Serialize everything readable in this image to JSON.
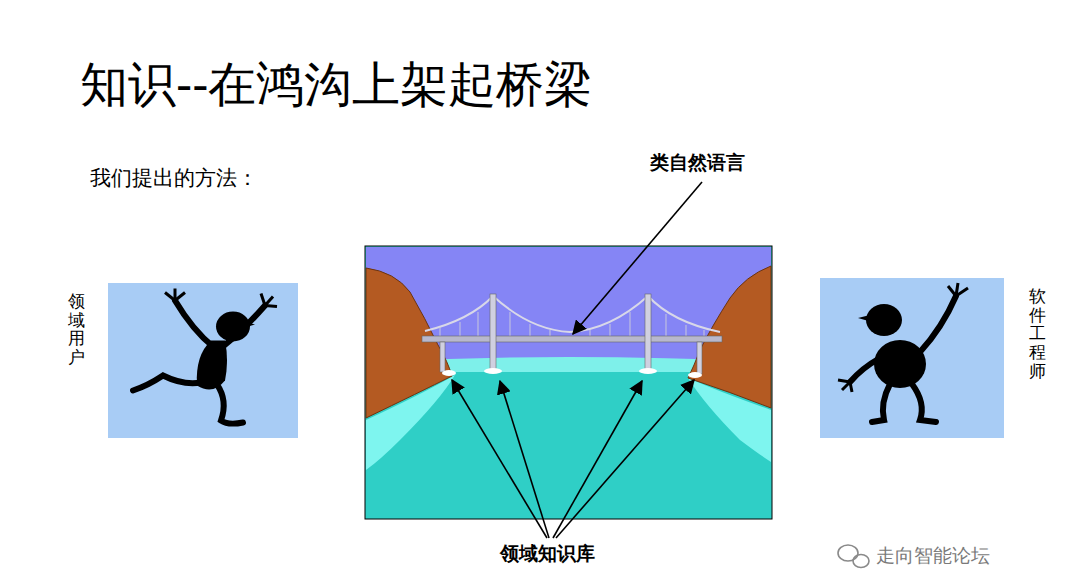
{
  "diagram": {
    "title": "知识--在鸿沟上架起桥梁",
    "nodes": [
      {
        "text": [
          "领域用户"
        ]
      },
      {
        "text": [
          "软件工程师"
        ]
      }
    ],
    "labels": [
      "我们提出的方法：",
      "类自然语言",
      "领域知识库",
      "走向智能论坛"
    ]
  }
}
